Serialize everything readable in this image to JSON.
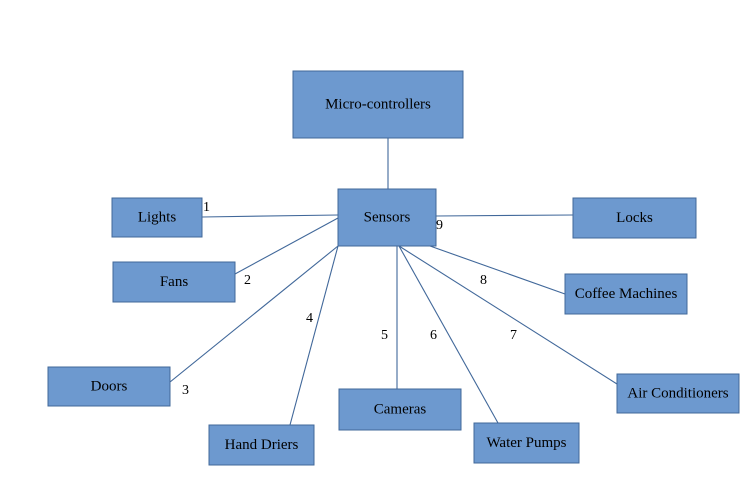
{
  "diagram": {
    "nodes": {
      "micro": "Micro-controllers",
      "sensors": "Sensors",
      "lights": "Lights",
      "fans": "Fans",
      "doors": "Doors",
      "hand_driers": "Hand Driers",
      "cameras": "Cameras",
      "water_pumps": "Water Pumps",
      "air_conditioners": "Air Conditioners",
      "coffee_machines": "Coffee Machines",
      "locks": "Locks"
    },
    "edge_labels": [
      "1",
      "2",
      "3",
      "4",
      "5",
      "6",
      "7",
      "8",
      "9"
    ],
    "colors": {
      "box_fill": "#6d99cf",
      "box_stroke": "#41689a",
      "line": "#41689a"
    }
  }
}
